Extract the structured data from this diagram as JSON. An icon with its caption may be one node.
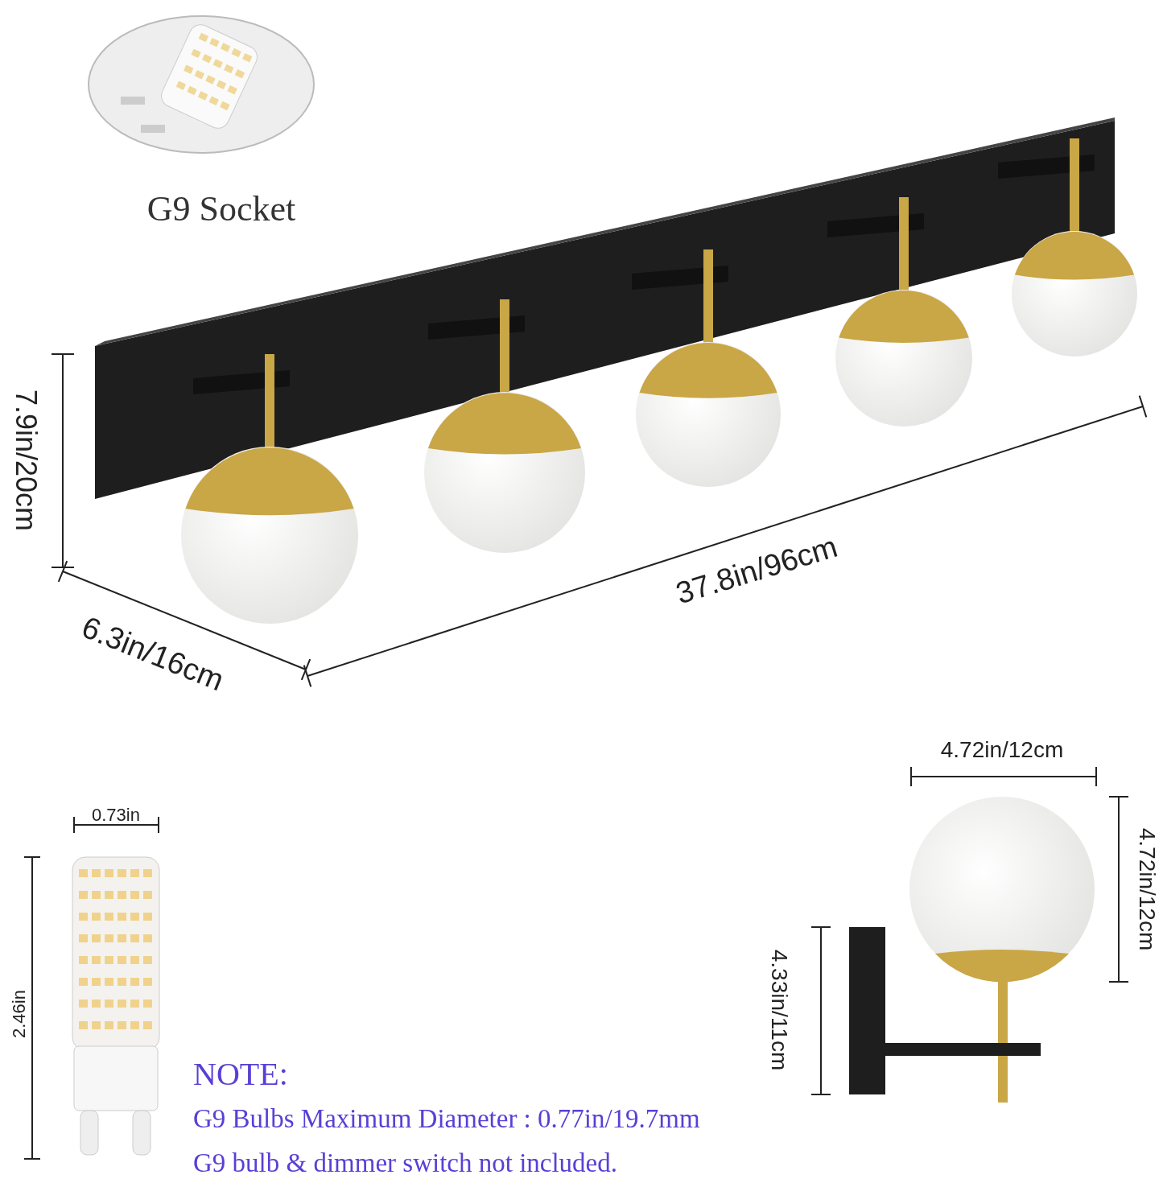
{
  "diagram": {
    "labels": [
      "G9 Socket",
      "7.9in/20cm",
      "37.8in/96cm",
      "6.3in/16cm",
      "4.72in/12cm",
      "0.73in",
      "4.72in/12cm",
      "4.33in/11cm",
      "2.46in",
      "NOTE:",
      "G9 Bulbs Maximum Diameter : 0.77in/19.7mm",
      "G9 bulb & dimmer switch not included."
    ]
  }
}
